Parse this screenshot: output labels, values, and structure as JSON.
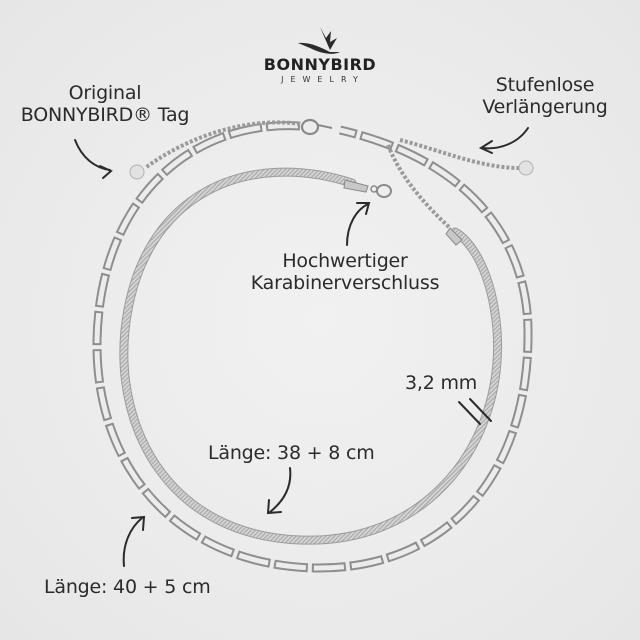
{
  "brand": {
    "name": "BONNYBIRD",
    "tagline": "JEWELRY",
    "logo_icon": "bird-of-paradise-icon"
  },
  "annotations": {
    "tag": {
      "line1": "Original",
      "line2": "BONNYBIRD® Tag"
    },
    "extension": {
      "line1": "Stufenlose",
      "line2": "Verlängerung"
    },
    "clasp": {
      "line1": "Hochwertiger",
      "line2": "Karabinerverschluss"
    },
    "width": "3,2 mm",
    "inner_length": "Länge: 38 + 8 cm",
    "outer_length": "Länge: 40 + 5 cm"
  },
  "colors": {
    "background": "#ebebeb",
    "text": "#2b2b2b",
    "silver": "#b9b9b9",
    "silver_dark": "#8a8a8a"
  }
}
